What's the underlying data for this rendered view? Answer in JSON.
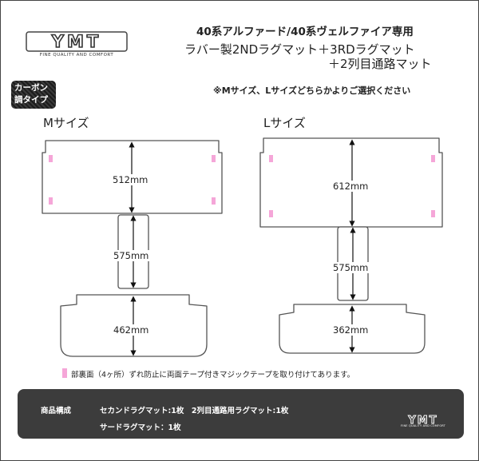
{
  "logo": {
    "text": "YMT",
    "tagline": "FINE QUALITY AND COMFORT"
  },
  "header": {
    "title_line1": "40系アルファード/40系ヴェルファイア専用",
    "title_line2": "ラバー製2NDラグマット＋3RDラグマット",
    "title_line3": "＋2列目通路マット"
  },
  "badge": {
    "line1": "カーボン",
    "line2": "調タイプ"
  },
  "notice": "※Mサイズ、Lサイズどちらかよりご選択ください",
  "sizes": {
    "m": {
      "label": "Mサイズ",
      "second_row": "512mm",
      "aisle": "575mm",
      "third_row": "462mm"
    },
    "l": {
      "label": "Lサイズ",
      "second_row": "612mm",
      "aisle": "575mm",
      "third_row": "362mm"
    }
  },
  "colors": {
    "pink_marker": "#f5a6d8",
    "footer_bg": "#3c3c3c"
  },
  "fastener_note": "部裏面（4ヶ所）ずれ防止に両面テープ付きマジックテープを取り付けてあります。",
  "footer": {
    "label": "商品構成",
    "line1": "セカンドラグマット:1枚　2列目通路用ラグマット:1枚",
    "line2": "サードラグマット：1枚",
    "logo_text": "YMT",
    "logo_tagline": "FINE QUALITY AND COMFORT"
  }
}
